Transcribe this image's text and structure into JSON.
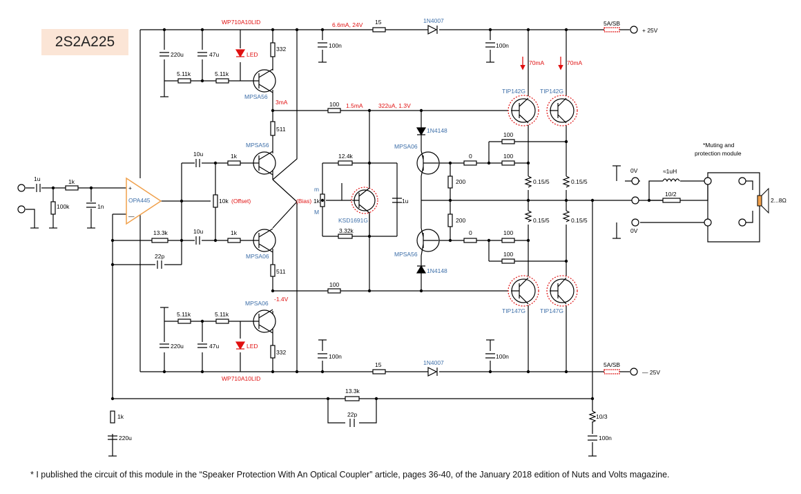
{
  "title": "2S2A225",
  "footnote": "* I published the circuit of this module in the “Speaker Protection With An Optical Coupler” article, pages 36-40, of the January 2018 edition of Nuts and Volts magazine.",
  "colors": {
    "annotation": "#e01010",
    "part_number": "#3c6ea8",
    "opamp": "#f0a04b",
    "title_bg": "#fbe5d6",
    "thermal_ring": "#e01010",
    "speaker": "#f0a04b"
  },
  "labels": {
    "wp_top": "WP710A10LID",
    "wp_bot": "WP710A10LID",
    "i_66": "6.6mA, 24V",
    "r15_top": "15",
    "d_1n4007_top": "1N4007",
    "fuse_top": "5A/SB",
    "v_plus": "+ 25V",
    "c100n_1": "100n",
    "c100n_2": "100n",
    "r332_top": "332",
    "c220u_top": "220u",
    "c47u_top": "47u",
    "led_top": "LED",
    "r511k_1": "5.11k",
    "r511k_2": "5.11k",
    "mpsa56_top": "MPSA56",
    "i_3ma": "3mA",
    "r100_1": "100",
    "i_15ma": "1.5mA",
    "i_322ua": "322uA, 1.3V",
    "i_70ma_1": "70mA",
    "i_70ma_2": "70mA",
    "tip142_1": "TIP142G",
    "tip142_2": "TIP142G",
    "d_1n4148_top": "1N4148",
    "r511_top": "511",
    "mpsa56_diff": "MPSA56",
    "c10u_1": "10u",
    "r1k_1": "1k",
    "r124k": "12.4k",
    "mpsa06_drv": "MPSA06",
    "r100_2": "100",
    "r0_1": "0",
    "r100_3": "100",
    "muting": "*Muting and protection module",
    "c1u_in": "1u",
    "r1k_in": "1k",
    "r100k": "100k",
    "c1n": "1n",
    "opa": "OPA445",
    "r10k": "10k",
    "offset": "(Offset)",
    "bias": "(Bias)",
    "r1k_bias": "1k",
    "m_top": "m",
    "m_bot": "M",
    "c1u_bias": "1u",
    "r200_1": "200",
    "r015_1": "0.15/5",
    "r015_2": "0.15/5",
    "r015_3": "0.15/5",
    "r015_4": "0.15/5",
    "v0_top": "0V",
    "v0_bot": "0V",
    "l1uh": "≈1uH",
    "r10_2": "10/2",
    "spk": "2...8Ω",
    "ksd": "KSD1691G",
    "r332k": "3.32k",
    "r133k_1": "13.3k",
    "c10u_2": "10u",
    "r1k_2": "1k",
    "r200_2": "200",
    "r0_2": "0",
    "r100_4": "100",
    "mpsa56_drv": "MPSA56",
    "r100_5": "100",
    "c22p_1": "22p",
    "mpsa06_diff": "MPSA06",
    "r511_bot": "511",
    "d_1n4148_bot": "1N4148",
    "r100_6": "100",
    "tip147_1": "TIP147G",
    "tip147_2": "TIP147G",
    "mpsa06_bot": "MPSA06",
    "v_neg14": "-1.4V",
    "r511k_3": "5.11k",
    "r511k_4": "5.11k",
    "c220u_bot": "220u",
    "c47u_bot": "47u",
    "led_bot": "LED",
    "r332_bot": "332",
    "c100n_3": "100n",
    "c100n_4": "100n",
    "r15_bot": "15",
    "d_1n4007_bot": "1N4007",
    "fuse_bot": "5A/SB",
    "v_minus": "— 25V",
    "r133k_2": "13.3k",
    "c22p_2": "22p",
    "r1k_fb": "1k",
    "c220u_fb": "220u",
    "r10_3": "10/3",
    "c100n_5": "100n"
  }
}
